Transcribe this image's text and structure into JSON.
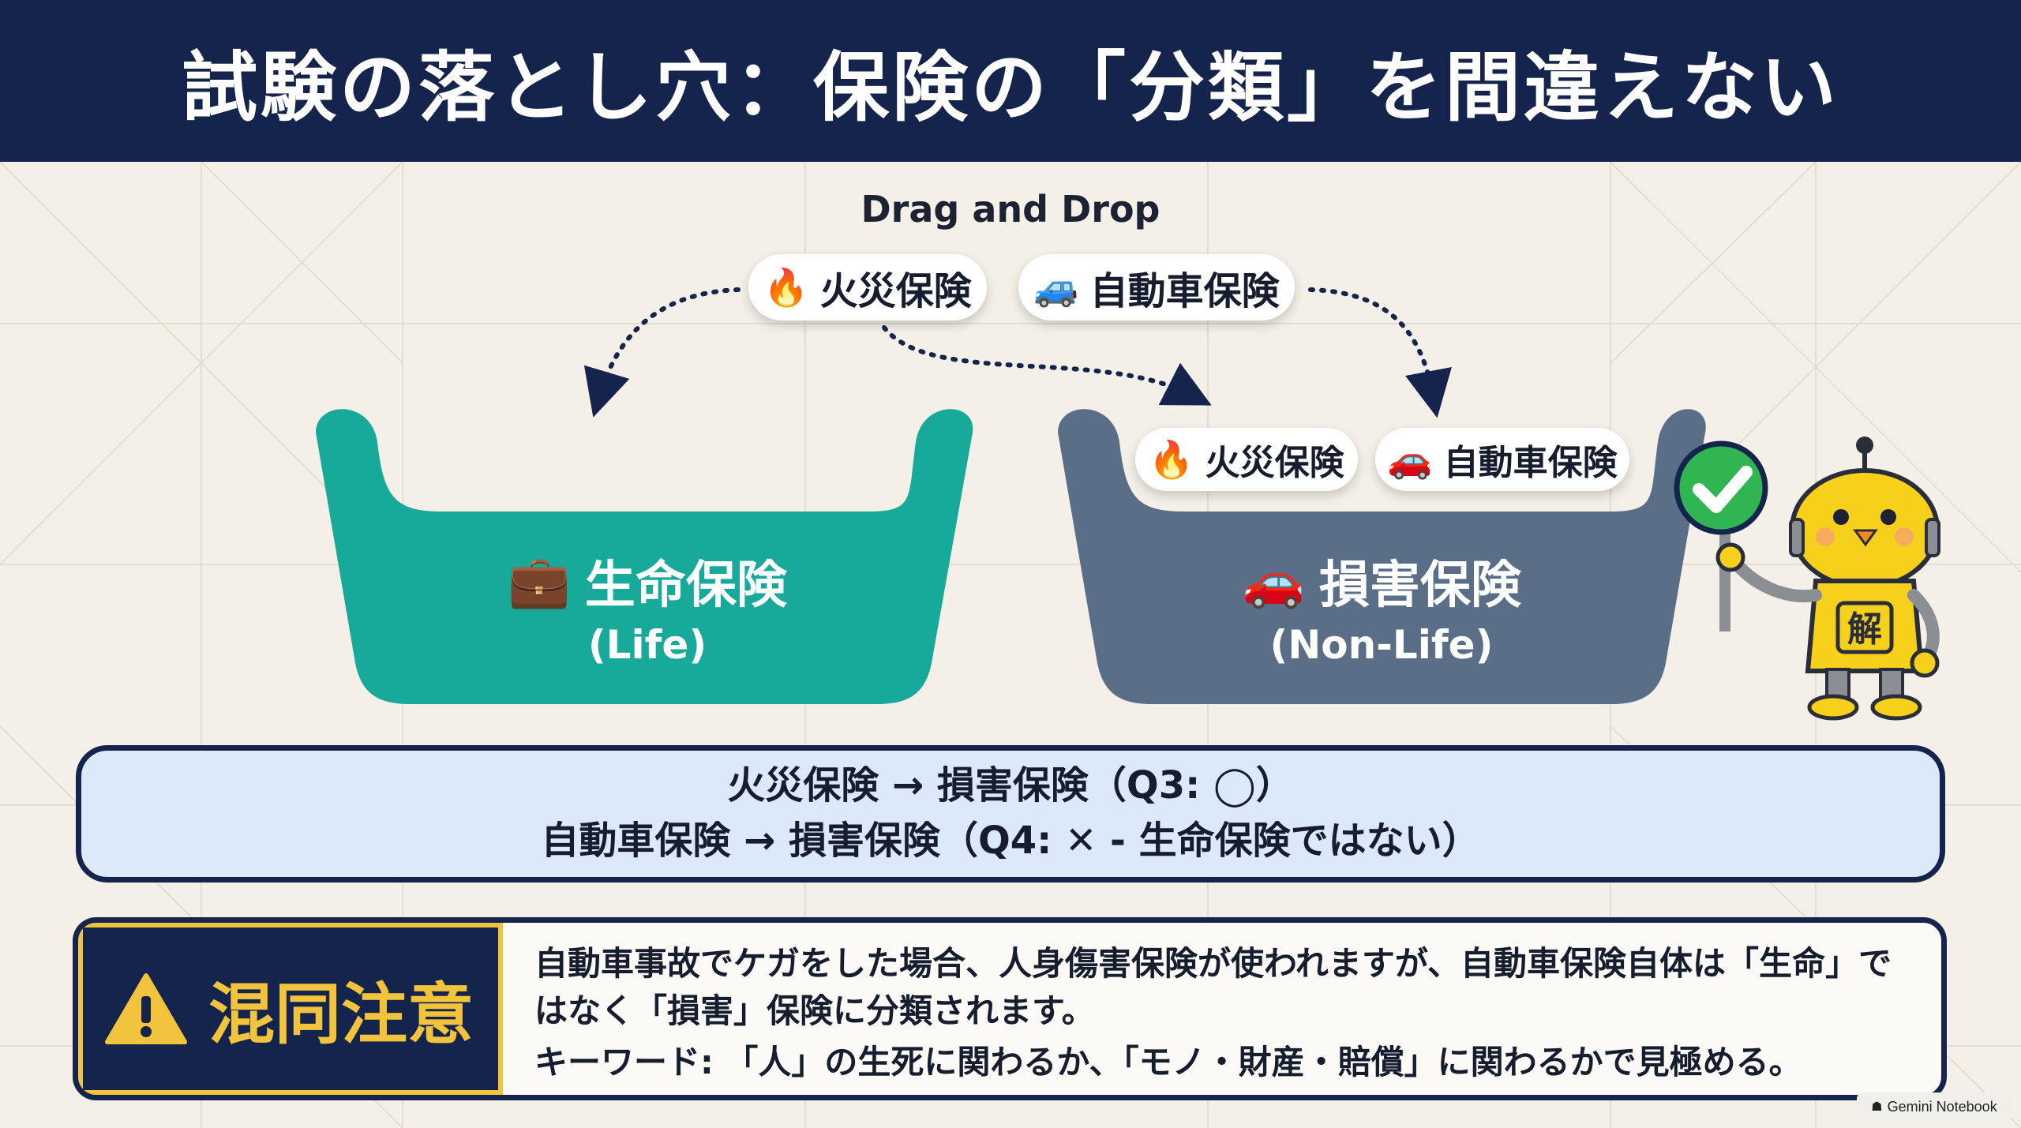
{
  "header": {
    "title": "試験の落とし穴：保険の「分類」を間違えない"
  },
  "dnd": {
    "title": "Drag and Drop",
    "source_items": [
      {
        "icon": "fire-icon",
        "glyph": "🔥",
        "label": "火災保険"
      },
      {
        "icon": "car-icon",
        "glyph": "🚙",
        "label": "自動車保険"
      }
    ]
  },
  "baskets": {
    "life": {
      "glyph": "💼",
      "label": "生命保険",
      "sublabel": "(Life)",
      "color": "#17a99a"
    },
    "nonlife": {
      "glyph": "🚗",
      "label": "損害保険",
      "sublabel": "(Non-Life)",
      "color": "#5b6e88",
      "items": [
        {
          "icon": "fire-icon",
          "glyph": "🔥",
          "label": "火災保険"
        },
        {
          "icon": "car-shield-icon",
          "glyph": "🚗",
          "label": "自動車保険"
        }
      ]
    }
  },
  "mascot": {
    "sign_text": "解"
  },
  "result": {
    "line1": "火災保険 → 損害保険（Q3: ◯）",
    "line2": "自動車保険 → 損害保険（Q4: ✕ - 生命保険ではない）"
  },
  "warning": {
    "label": "混同注意",
    "text1": "自動車事故でケガをした場合、人身傷害保険が使われますが、自動車保険自体は「生命」ではなく「損害」保険に分類されます。",
    "text2": "キーワード: 「人」の生死に関わるか、「モノ・財産・賠償」に関わるかで見極める。"
  },
  "watermark": {
    "text": "Gemini Notebook"
  },
  "colors": {
    "navy": "#14244d",
    "teal": "#17a99a",
    "slate": "#5b6e88",
    "yellow": "#f2c43d",
    "green": "#2fb552",
    "light_blue": "#dce9fb"
  }
}
